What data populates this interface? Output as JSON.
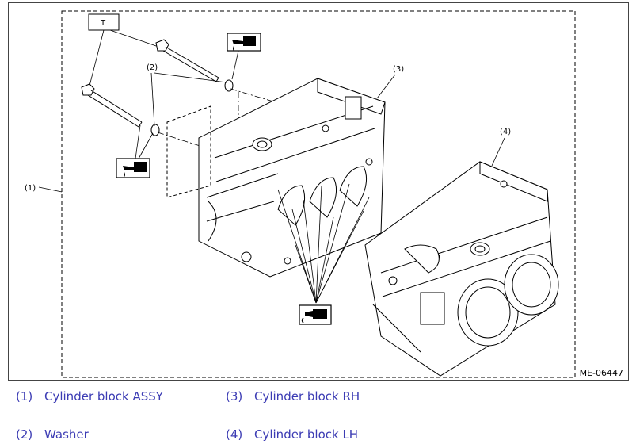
{
  "figure": {
    "id": "ME-06447",
    "callouts": {
      "c1": "(1)",
      "c2": "(2)",
      "c3": "(3)",
      "c4": "(4)",
      "torque": "T"
    },
    "icons": [
      "oil-can-icon",
      "oil-can-icon",
      "sealant-icon"
    ]
  },
  "legend": [
    {
      "num": "(1)",
      "label": "Cylinder block ASSY"
    },
    {
      "num": "(3)",
      "label": "Cylinder block RH"
    },
    {
      "num": "(2)",
      "label": "Washer"
    },
    {
      "num": "(4)",
      "label": "Cylinder block LH"
    }
  ]
}
